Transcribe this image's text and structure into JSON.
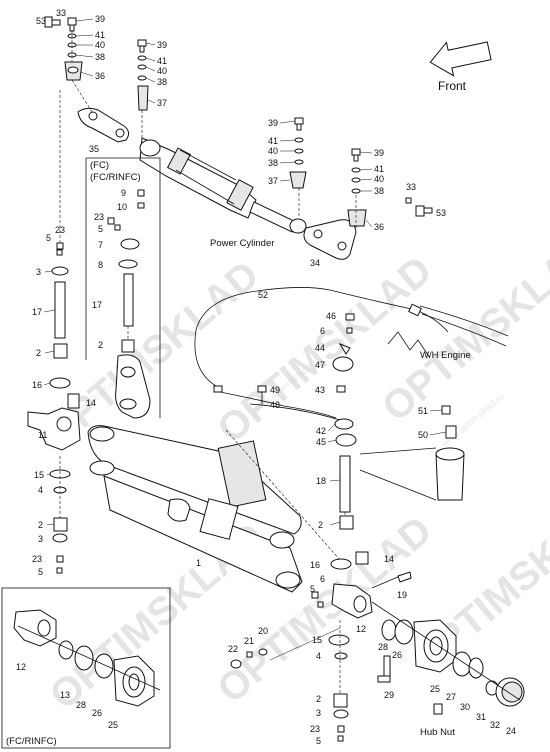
{
  "watermark": {
    "brand": "OPTIMSKLAD",
    "site": "www.optim-sklad.ru"
  },
  "direction": {
    "label": "Front"
  },
  "captions": {
    "power_cylinder": "Power Cylinder",
    "wh_engine": "W/H Engine",
    "hub_nut": "Hub Nut",
    "fc_rinfc_top_1": "(FC)",
    "fc_rinfc_top_2": "(FC/RINFC)",
    "fc_rinfc_bottom": "(FC/RINFC)"
  },
  "callouts": {
    "c53a": "53",
    "c33a": "33",
    "c39a": "39",
    "c41a": "41",
    "c40a": "40",
    "c38a": "38",
    "c36a": "36",
    "c39b": "39",
    "c41b": "41",
    "c40b": "40",
    "c38b": "38",
    "c37a": "37",
    "c35": "35",
    "c39c": "39",
    "c41c": "41",
    "c40c": "40",
    "c38c": "38",
    "c37b": "37",
    "c34": "34",
    "c39d": "39",
    "c41d": "41",
    "c40d": "40",
    "c38d": "38",
    "c33b": "33",
    "c53b": "53",
    "c36b": "36",
    "c9": "9",
    "c10": "10",
    "c23a": "23",
    "c5a": "5",
    "c7": "7",
    "c8": "8",
    "c17a": "17",
    "c2a": "2",
    "c5b": "5",
    "c23b": "23",
    "c3a": "3",
    "c17b": "17",
    "c2b": "2",
    "c16a": "16",
    "c14a": "14",
    "c11": "11",
    "c15a": "15",
    "c4a": "4",
    "c2c": "2",
    "c3b": "3",
    "c23c": "23",
    "c5c": "5",
    "c52": "52",
    "c46": "46",
    "c6a": "6",
    "c44": "44",
    "c47": "47",
    "c43": "43",
    "c49": "49",
    "c48": "48",
    "c42": "42",
    "c45": "45",
    "c51": "51",
    "c50": "50",
    "c18": "18",
    "c2d": "2",
    "c16b": "16",
    "c14b": "14",
    "c1": "1",
    "c19": "19",
    "c5d": "5",
    "c6b": "6",
    "c12a": "12",
    "c15b": "15",
    "c4b": "4",
    "c2e": "2",
    "c3c": "3",
    "c23d": "23",
    "c5e": "5",
    "c22": "22",
    "c21": "21",
    "c20": "20",
    "c28a": "28",
    "c26a": "26",
    "c29": "29",
    "c25a": "25",
    "c27": "27",
    "c30": "30",
    "c31": "31",
    "c32": "32",
    "c24": "24",
    "c12b": "12",
    "c13": "13",
    "c28b": "28",
    "c26b": "26",
    "c25b": "25"
  },
  "colors": {
    "line": "#111111",
    "watermark": "#cfcfcf",
    "fill": "#ffffff"
  }
}
